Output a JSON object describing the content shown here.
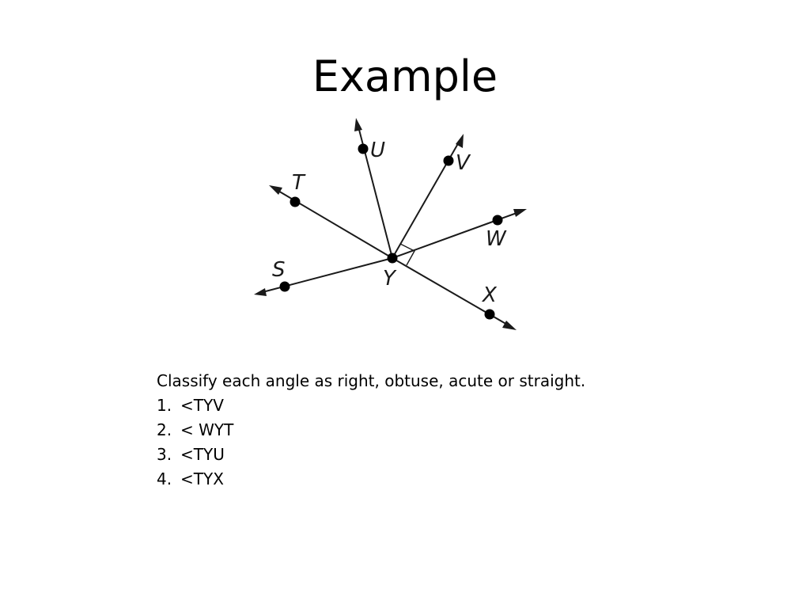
{
  "slide": {
    "title": "Example"
  },
  "diagram": {
    "points": {
      "T": "T",
      "U": "U",
      "V": "V",
      "W": "W",
      "S": "S",
      "X": "X",
      "Y": "Y"
    }
  },
  "questions": {
    "instruction": "Classify each angle as right, obtuse, acute or straight.",
    "items": [
      {
        "number": "1.",
        "text": "<TYV"
      },
      {
        "number": "2.",
        "text": "< WYT"
      },
      {
        "number": "3.",
        "text": "<TYU"
      },
      {
        "number": "4.",
        "text": "<TYX"
      }
    ]
  }
}
